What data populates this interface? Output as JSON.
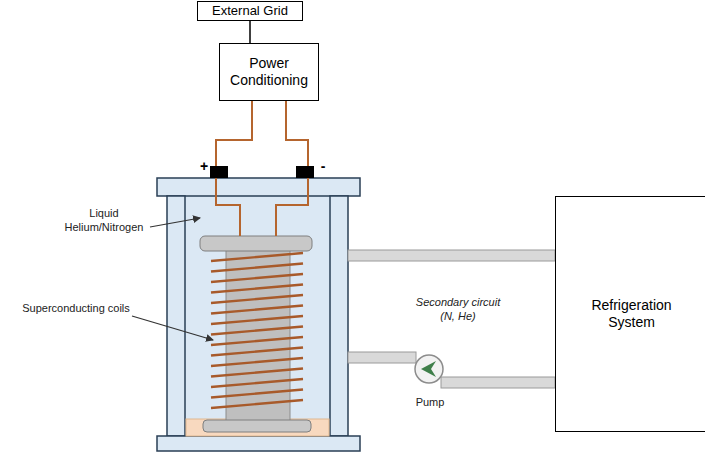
{
  "diagram": {
    "nodes": [
      {
        "text": [
          "External Grid"
        ]
      },
      {
        "text": [
          "Power Conditioning"
        ]
      },
      {
        "text": [
          "Refrigeration System"
        ]
      }
    ],
    "edges": [
      {
        "from": 0,
        "to": 1,
        "arrow": "none"
      }
    ],
    "labels": [
      "+",
      "-",
      "Liquid Helium/Nitrogen",
      "Superconducting coils",
      "Secondary circuit (N, He)",
      "Pump"
    ]
  }
}
